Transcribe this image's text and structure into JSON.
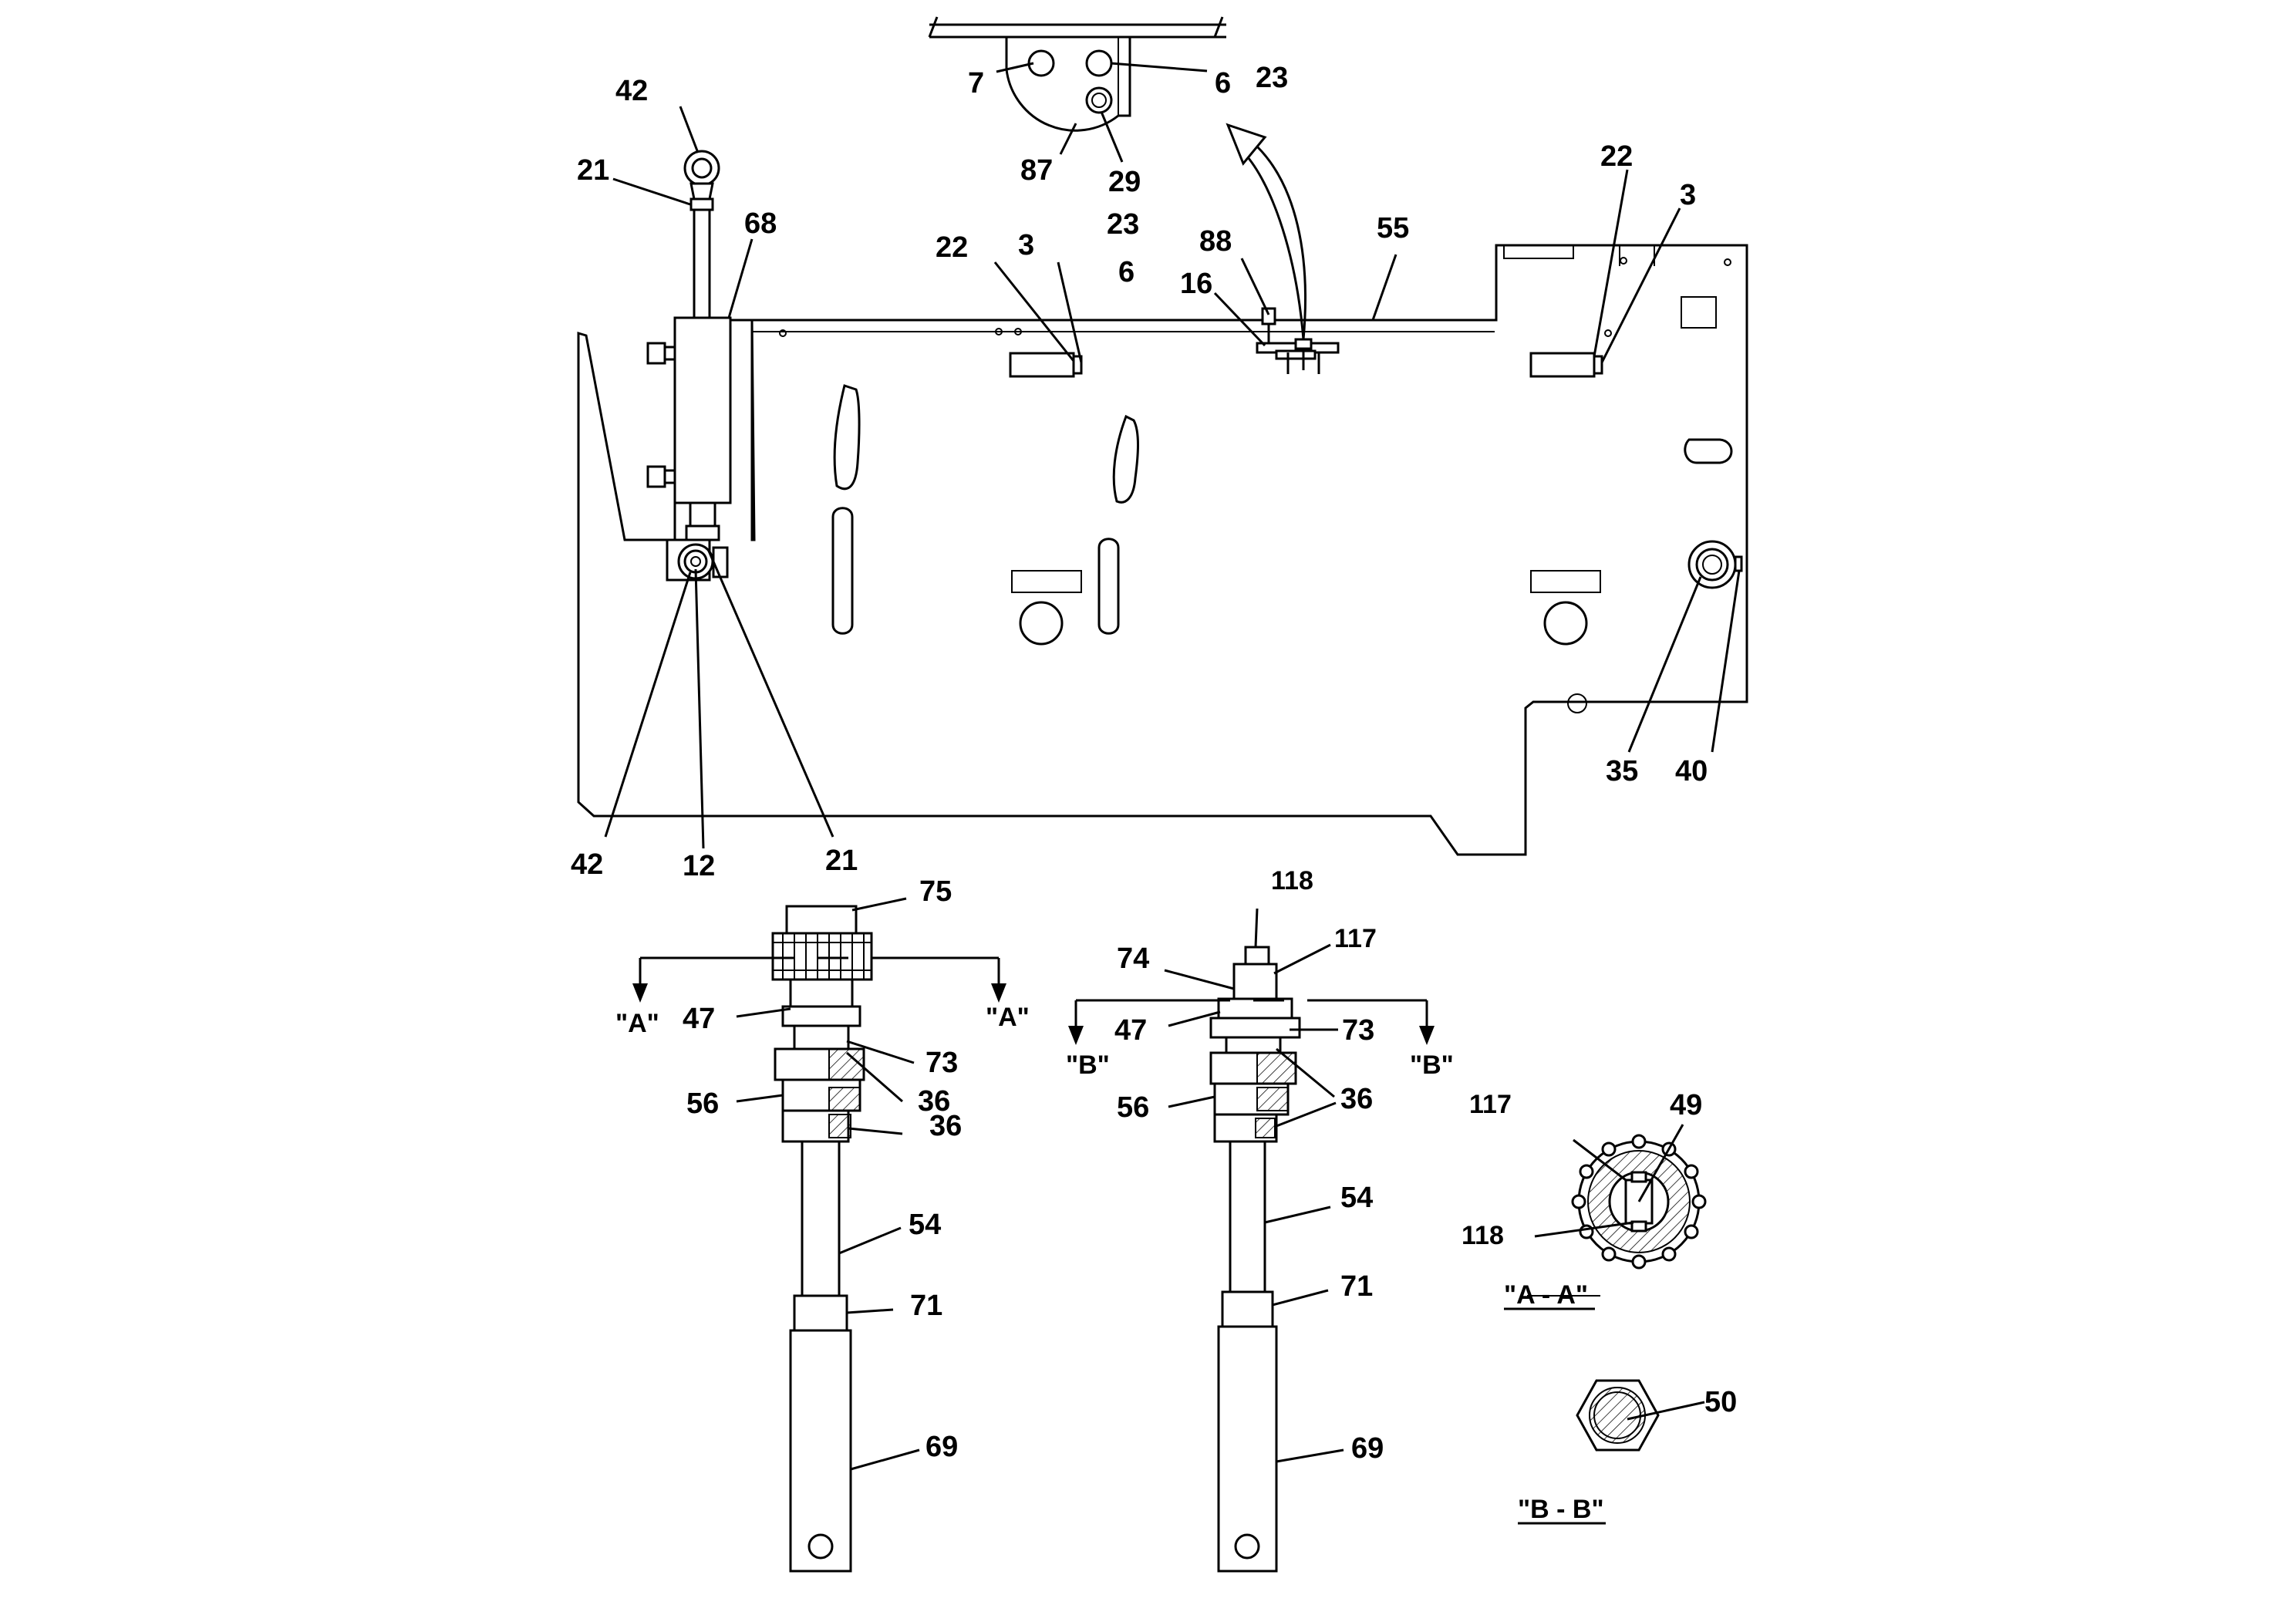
{
  "callouts": {
    "c7": "7",
    "c6_top": "6",
    "c23_top": "23",
    "c87": "87",
    "c29": "29",
    "c42_top": "42",
    "c21_top": "21",
    "c68": "68",
    "c22_left": "22",
    "c3_left": "3",
    "c23_mid": "23",
    "c6_mid": "6",
    "c88": "88",
    "c16": "16",
    "c55": "55",
    "c22_right": "22",
    "c3_right": "3",
    "c35": "35",
    "c40": "40",
    "c42_bot": "42",
    "c12": "12",
    "c21_bot": "21",
    "c75": "75",
    "c47_left": "47",
    "c73_left": "73",
    "c36_left_a": "36",
    "c56_left": "56",
    "c36_left_b": "36",
    "c54_left": "54",
    "c71_left": "71",
    "c69_left": "69",
    "c118_top": "118",
    "c117_top": "117",
    "c74": "74",
    "c47_right": "47",
    "c73_right": "73",
    "c36_right": "36",
    "c56_right": "56",
    "c54_right": "54",
    "c71_right": "71",
    "c69_right": "69",
    "c117_sec": "117",
    "c49": "49",
    "c118_sec": "118",
    "c50": "50"
  },
  "section_marks": {
    "a_left": "\"A\"",
    "a_right": "\"A\"",
    "b_left": "\"B\"",
    "b_right": "\"B\""
  },
  "section_titles": {
    "aa": "\"A - A\"",
    "bb": "\"B - B\""
  }
}
